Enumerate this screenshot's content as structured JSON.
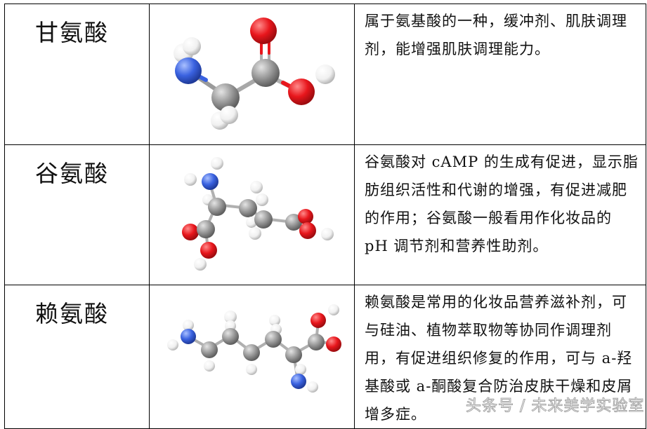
{
  "table": {
    "rows": [
      {
        "name": "甘氨酸",
        "molecule_image": "glycine-3d-ball-and-stick-model",
        "description": "属于氨基酸的一种，缓冲剂、肌肤调理剂，能增强肌肤调理能力。"
      },
      {
        "name": "谷氨酸",
        "molecule_image": "glutamic-acid-3d-ball-and-stick-model",
        "description": "谷氨酸对 cAMP 的生成有促进，显示脂肪组织活性和代谢的增强，有促进减肥的作用；谷氨酸一般看用作化妆品的 pH 调节剂和营养性助剂。"
      },
      {
        "name": "赖氨酸",
        "molecule_image": "lysine-3d-ball-and-stick-model",
        "description": "赖氨酸是常用的化妆品营养滋补剂，可与硅油、植物萃取物等协同作调理剂用，有促进组织修复的作用，可与 a-羟基酸或 a-酮酸复合防治皮肤干燥和皮屑增多症。"
      }
    ]
  },
  "atom_colors": {
    "carbon": "#9a9a9a",
    "oxygen": "#e8161c",
    "nitrogen": "#3a62e0",
    "hydrogen": "#f2f2f2"
  },
  "watermark": "头条号 / 未来美学实验室"
}
